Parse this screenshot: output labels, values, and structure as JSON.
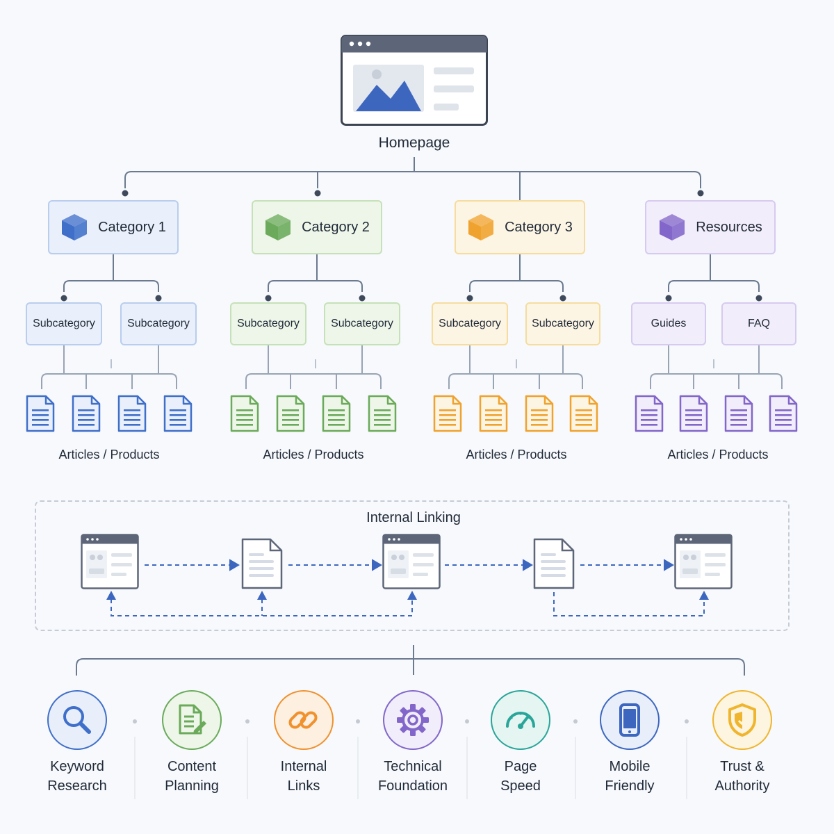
{
  "homepage": {
    "label": "Homepage"
  },
  "categories": [
    {
      "label": "Category 1",
      "color": "#3f6fc9",
      "fill": "#e9f0fb",
      "border": "#b9cdee",
      "subs": [
        "Subcategory",
        "Subcategory"
      ],
      "articles_label": "Articles / Products",
      "icon": "cube-icon"
    },
    {
      "label": "Category 2",
      "color": "#6aaa5a",
      "fill": "#eef6e9",
      "border": "#c6e1b9",
      "subs": [
        "Subcategory",
        "Subcategory"
      ],
      "articles_label": "Articles / Products",
      "icon": "cube-icon"
    },
    {
      "label": "Category 3",
      "color": "#f0a22e",
      "fill": "#fdf5e3",
      "border": "#f6dc9f",
      "subs": [
        "Subcategory",
        "Subcategory"
      ],
      "articles_label": "Articles / Products",
      "icon": "cube-icon"
    },
    {
      "label": "Resources",
      "color": "#8266c9",
      "fill": "#f2edfa",
      "border": "#d7caf0",
      "subs": [
        "Guides",
        "FAQ"
      ],
      "articles_label": "Articles / Products",
      "icon": "cube-icon"
    }
  ],
  "internal_linking": {
    "title": "Internal Linking",
    "link_color": "#3d67bf"
  },
  "features": [
    {
      "lines": [
        "Keyword",
        "Research"
      ],
      "icon": "search-icon",
      "color": "#3f6fc9",
      "fill": "#e8effb"
    },
    {
      "lines": [
        "Content",
        "Planning"
      ],
      "icon": "document-edit-icon",
      "color": "#6aaa5a",
      "fill": "#edf6e8"
    },
    {
      "lines": [
        "Internal",
        "Links"
      ],
      "icon": "link-icon",
      "color": "#f0912e",
      "fill": "#fdf0e1"
    },
    {
      "lines": [
        "Technical",
        "Foundation"
      ],
      "icon": "gear-icon",
      "color": "#8266c9",
      "fill": "#f1edfa"
    },
    {
      "lines": [
        "Page",
        "Speed"
      ],
      "icon": "speedometer-icon",
      "color": "#2aa59a",
      "fill": "#e4f5f2"
    },
    {
      "lines": [
        "Mobile",
        "Friendly"
      ],
      "icon": "smartphone-icon",
      "color": "#3d67bf",
      "fill": "#e8effb"
    },
    {
      "lines": [
        "Trust &",
        "Authority"
      ],
      "icon": "shield-icon",
      "color": "#f0b52e",
      "fill": "#fdf5df"
    }
  ]
}
